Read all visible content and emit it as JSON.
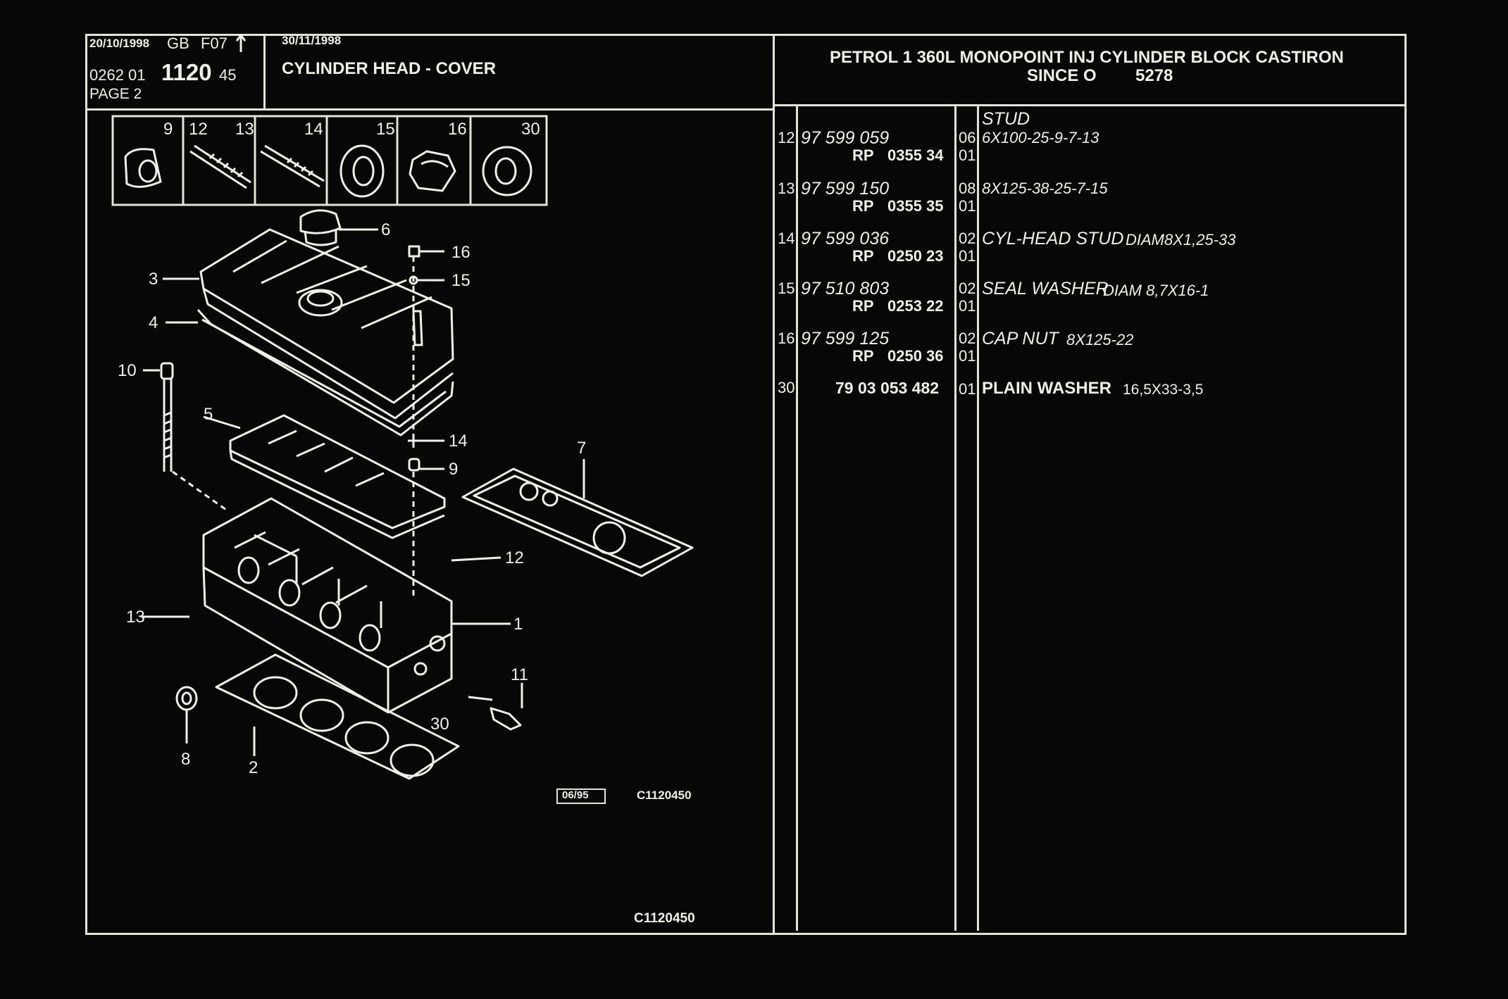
{
  "header": {
    "print_date": "20/10/1998",
    "lang": "GB",
    "code": "F07",
    "ref_pre": "0262 01",
    "ref_main": "1120",
    "ref_suffix": "45",
    "page": "PAGE 2",
    "doc_date": "30/11/1998",
    "group_title": "CYLINDER HEAD - COVER",
    "application_line1": "PETROL 1 360L MONOPOINT INJ CYLINDER BLOCK CASTIRON",
    "application_line2_a": "SINCE O",
    "application_line2_b": "5278"
  },
  "thumbnails": [
    {
      "id": "9"
    },
    {
      "id": "12"
    },
    {
      "id": "13"
    },
    {
      "id": "14"
    },
    {
      "id": "15"
    },
    {
      "id": "16"
    },
    {
      "id": "30"
    }
  ],
  "callouts": [
    "1",
    "2",
    "3",
    "4",
    "5",
    "6",
    "7",
    "8",
    "9",
    "10",
    "11",
    "12",
    "13",
    "14",
    "15",
    "16",
    "30"
  ],
  "diagram_stamp": "06/95",
  "diagram_ref": "C1120450",
  "footer_ref": "C1120450",
  "parts": [
    {
      "ref": "12",
      "part_no": "97 599 059",
      "rp": "RP",
      "rp_no": "0355 34",
      "qty": "06",
      "qty2": "01",
      "desc": "STUD",
      "spec": "6X100-25-9-7-13"
    },
    {
      "ref": "13",
      "part_no": "97 599 150",
      "rp": "RP",
      "rp_no": "0355 35",
      "qty": "08",
      "qty2": "01",
      "desc": "",
      "spec": "8X125-38-25-7-15"
    },
    {
      "ref": "14",
      "part_no": "97 599 036",
      "rp": "RP",
      "rp_no": "0250 23",
      "qty": "02",
      "qty2": "01",
      "desc": "CYL-HEAD STUD",
      "spec": "DIAM8X1,25-33"
    },
    {
      "ref": "15",
      "part_no": "97 510 803",
      "rp": "RP",
      "rp_no": "0253 22",
      "qty": "02",
      "qty2": "01",
      "desc": "SEAL WASHER",
      "spec": "DIAM 8,7X16-1"
    },
    {
      "ref": "16",
      "part_no": "97 599 125",
      "rp": "RP",
      "rp_no": "0250 36",
      "qty": "02",
      "qty2": "01",
      "desc": "CAP NUT",
      "spec": "8X125-22"
    },
    {
      "ref": "30",
      "part_no": "79 03 053 482",
      "rp": "",
      "rp_no": "",
      "qty": "01",
      "qty2": "",
      "desc": "PLAIN WASHER",
      "spec": "16,5X33-3,5"
    }
  ],
  "colors": {
    "background": "#060707",
    "line": "#dfe6d3",
    "text": "#eef1e6"
  }
}
